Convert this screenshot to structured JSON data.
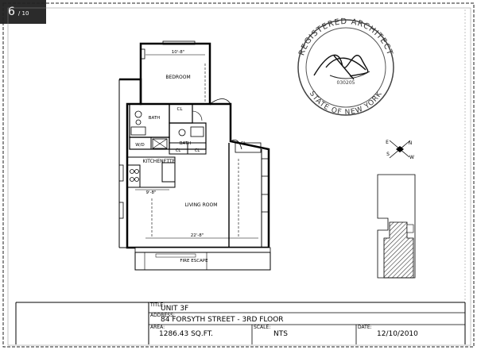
{
  "badge": {
    "number": "6",
    "suffix": "/ 10"
  },
  "rooms": {
    "bedroom": "BEDROOM",
    "living_room": "LIVING ROOM",
    "kitchenette": "KITCHENETTE",
    "bath1": "BATH",
    "bath2": "BATH",
    "wd": "W/D",
    "closet_top": "CL",
    "closet_right": "CL",
    "closet_a": "CL",
    "closet_b": "CL",
    "fire_escape": "FIRE ESCAPE"
  },
  "dimensions": {
    "bedroom_width": "10'-8\"",
    "living_width": "22'-8\"",
    "kitchen_width": "9'-8\""
  },
  "stamp": {
    "top_text": "REGISTERED ARCHITECT",
    "bottom_text": "STATE OF NEW YORK",
    "license": "030205"
  },
  "title_block": {
    "title_label": "TITLE:",
    "title_value": "UNIT 3F",
    "address_label": "ADDRESS:",
    "address_value": "84 FORSYTH STREET - 3RD FLOOR",
    "area_label": "AREA:",
    "area_value": "1286.43 SQ.FT.",
    "scale_label": "SCALE:",
    "scale_value": "NTS",
    "date_label": "DATE:",
    "date_value": "12/10/2010"
  },
  "compass": {
    "n": "N",
    "s": "S",
    "e": "E",
    "w": "W"
  }
}
